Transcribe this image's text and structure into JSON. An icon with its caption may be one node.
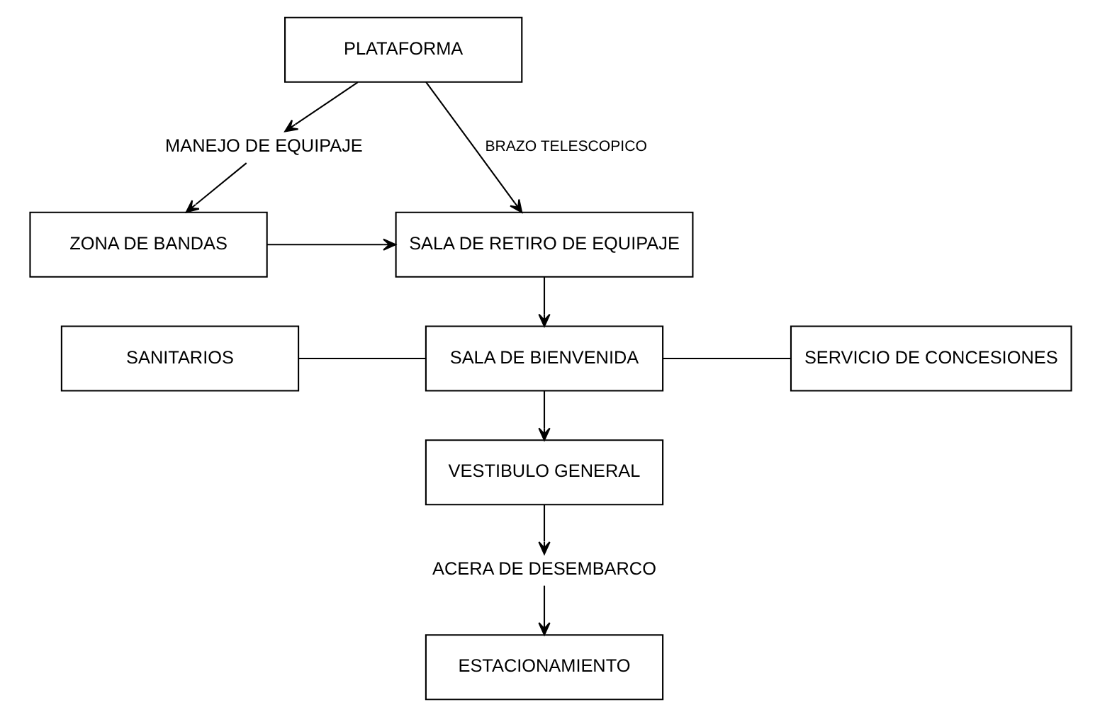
{
  "diagram": {
    "nodes": [
      {
        "text": [
          "PLATAFORMA"
        ]
      },
      {
        "text": [
          "MANEJO DE EQUIPAJE"
        ]
      },
      {
        "text": [
          "ZONA DE BANDAS"
        ]
      },
      {
        "text": [
          "SALA DE RETIRO DE EQUIPAJE"
        ]
      },
      {
        "text": [
          "SANITARIOS"
        ]
      },
      {
        "text": [
          "SALA DE BIENVENIDA"
        ]
      },
      {
        "text": [
          "SERVICIO DE CONCESIONES"
        ]
      },
      {
        "text": [
          "VESTIBULO GENERAL"
        ]
      },
      {
        "text": [
          "ACERA DE DESEMBARCO"
        ]
      },
      {
        "text": [
          "ESTACIONAMIENTO"
        ]
      }
    ],
    "edges": [
      {
        "from": 0,
        "to": 1,
        "arrow": "to"
      },
      {
        "from": 1,
        "to": 2,
        "arrow": "to"
      },
      {
        "from": 0,
        "to": 3,
        "arrow": "to",
        "label": "BRAZO TELESCOPICO"
      },
      {
        "from": 2,
        "to": 3,
        "arrow": "to"
      },
      {
        "from": 3,
        "to": 5,
        "arrow": "to"
      },
      {
        "from": 4,
        "to": 5,
        "arrow": "none"
      },
      {
        "from": 5,
        "to": 6,
        "arrow": "none"
      },
      {
        "from": 5,
        "to": 7,
        "arrow": "to"
      },
      {
        "from": 7,
        "to": 8,
        "arrow": "to"
      },
      {
        "from": 8,
        "to": 9,
        "arrow": "to"
      }
    ]
  }
}
